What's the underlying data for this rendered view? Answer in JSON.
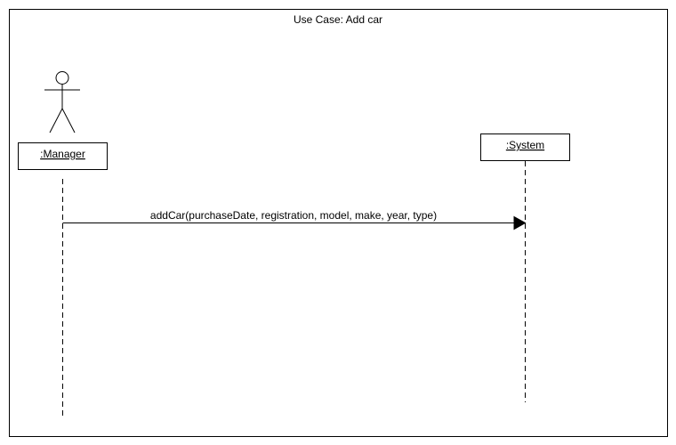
{
  "diagram": {
    "frame_title": "Use Case: Add car",
    "actor": {
      "name": ":Manager",
      "icon": "stick-figure-icon"
    },
    "system": {
      "name": ":System"
    },
    "message": {
      "label": "addCar(purchaseDate, registration, model, make, year, type)",
      "arrowhead": "filled-triangle"
    }
  }
}
